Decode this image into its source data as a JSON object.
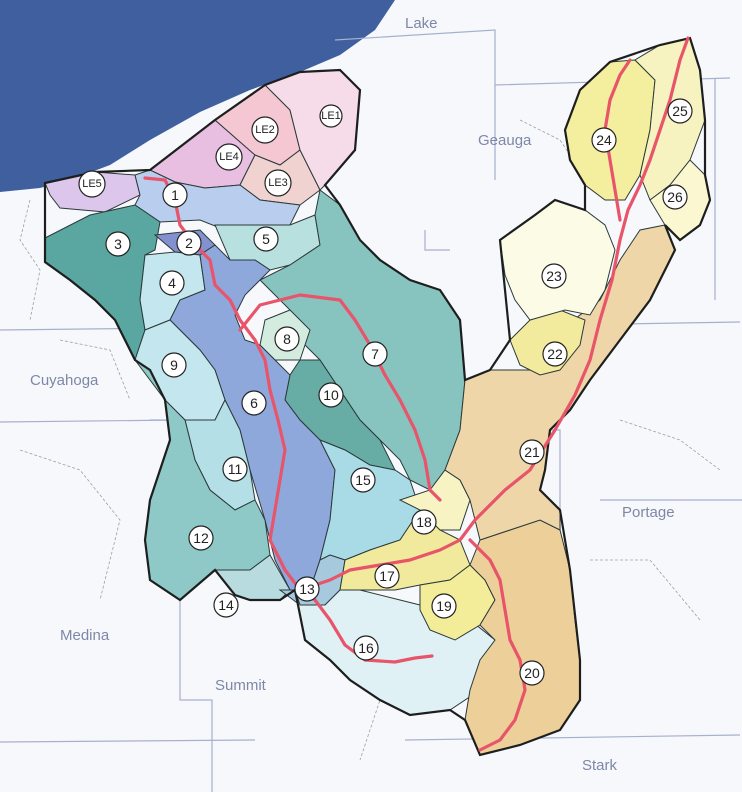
{
  "counties": [
    {
      "name": "Lake",
      "key": "lake"
    },
    {
      "name": "Geauga",
      "key": "geauga"
    },
    {
      "name": "Cuyahoga",
      "key": "cuyahoga"
    },
    {
      "name": "Portage",
      "key": "portage"
    },
    {
      "name": "Medina",
      "key": "medina"
    },
    {
      "name": "Summit",
      "key": "summit"
    },
    {
      "name": "Stark",
      "key": "stark"
    }
  ],
  "watersheds": [
    {
      "label": "LE1"
    },
    {
      "label": "LE2"
    },
    {
      "label": "LE3"
    },
    {
      "label": "LE4"
    },
    {
      "label": "LE5"
    },
    {
      "label": "1"
    },
    {
      "label": "2"
    },
    {
      "label": "3"
    },
    {
      "label": "4"
    },
    {
      "label": "5"
    },
    {
      "label": "6"
    },
    {
      "label": "7"
    },
    {
      "label": "8"
    },
    {
      "label": "9"
    },
    {
      "label": "10"
    },
    {
      "label": "11"
    },
    {
      "label": "12"
    },
    {
      "label": "13"
    },
    {
      "label": "14"
    },
    {
      "label": "15"
    },
    {
      "label": "16"
    },
    {
      "label": "17"
    },
    {
      "label": "18"
    },
    {
      "label": "19"
    },
    {
      "label": "20"
    },
    {
      "label": "21"
    },
    {
      "label": "22"
    },
    {
      "label": "23"
    },
    {
      "label": "24"
    },
    {
      "label": "25"
    },
    {
      "label": "26"
    }
  ],
  "colors": {
    "lake_water": "#3f5f9e",
    "river": "#e8546a",
    "north_pink": "#f4c7d2",
    "north_purple": "#dcc6ec",
    "teal_dark": "#5aa6a0",
    "teal_mid": "#87c3bf",
    "blue_mid": "#8fa8dc",
    "light_cyan": "#c4e6ee",
    "pale_yellow": "#f4ef9f",
    "tan": "#edcf9a"
  }
}
